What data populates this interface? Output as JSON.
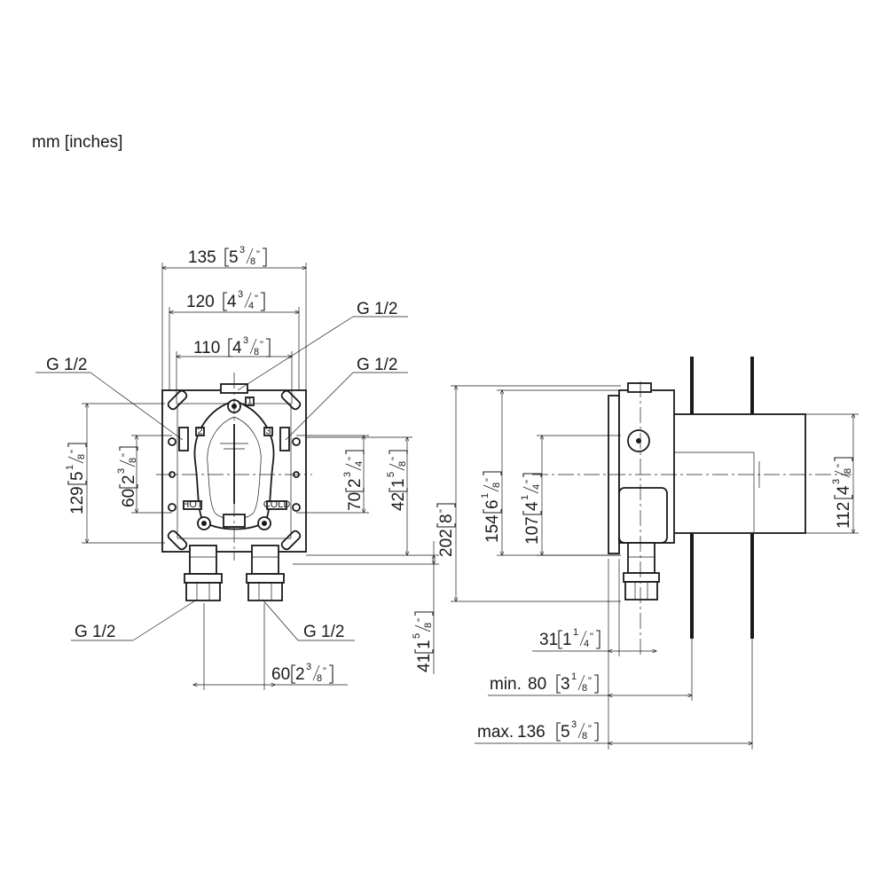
{
  "units_note": "mm [inches]",
  "front_view": {
    "width_overall": {
      "mm": "135",
      "inch_whole": "5",
      "inch_num": "3",
      "inch_den": "8"
    },
    "width_mid": {
      "mm": "120",
      "inch_whole": "4",
      "inch_num": "3",
      "inch_den": "4"
    },
    "width_inner": {
      "mm": "110",
      "inch_whole": "4",
      "inch_num": "3",
      "inch_den": "8"
    },
    "height_left": {
      "mm": "129",
      "inch_whole": "5",
      "inch_num": "1",
      "inch_den": "8"
    },
    "height_60": {
      "mm": "60",
      "inch_whole": "2",
      "inch_num": "3",
      "inch_den": "8"
    },
    "height_70": {
      "mm": "70",
      "inch_whole": "2",
      "inch_num": "3",
      "inch_den": "4"
    },
    "height_42": {
      "mm": "42",
      "inch_whole": "1",
      "inch_num": "5",
      "inch_den": "8"
    },
    "height_41": {
      "mm": "41",
      "inch_whole": "1",
      "inch_num": "5",
      "inch_den": "8"
    },
    "spacing_60": {
      "mm": "60",
      "inch_whole": "2",
      "inch_num": "3",
      "inch_den": "8"
    },
    "thread_top": "G 1/2",
    "thread_left": "G 1/2",
    "thread_right": "G 1/2",
    "thread_bottom_left": "G 1/2",
    "thread_bottom_right": "G 1/2",
    "port_labels": {
      "a": "1",
      "b": "2",
      "c": "3"
    },
    "hot_label": "HOT",
    "cold_label": "COLD"
  },
  "side_view": {
    "height_overall": {
      "mm": "202",
      "inch_whole": "8",
      "inch_num": "",
      "inch_den": ""
    },
    "height_154": {
      "mm": "154",
      "inch_whole": "6",
      "inch_num": "1",
      "inch_den": "8"
    },
    "height_107": {
      "mm": "107",
      "inch_whole": "4",
      "inch_num": "1",
      "inch_den": "4"
    },
    "height_112": {
      "mm": "112",
      "inch_whole": "4",
      "inch_num": "3",
      "inch_den": "8"
    },
    "depth_31": {
      "prefix": "",
      "mm": "31",
      "inch_whole": "1",
      "inch_num": "1",
      "inch_den": "4"
    },
    "depth_min": {
      "prefix": "min.",
      "mm": "80",
      "inch_whole": "3",
      "inch_num": "1",
      "inch_den": "8"
    },
    "depth_max": {
      "prefix": "max.",
      "mm": "136",
      "inch_whole": "5",
      "inch_num": "3",
      "inch_den": "8"
    }
  }
}
